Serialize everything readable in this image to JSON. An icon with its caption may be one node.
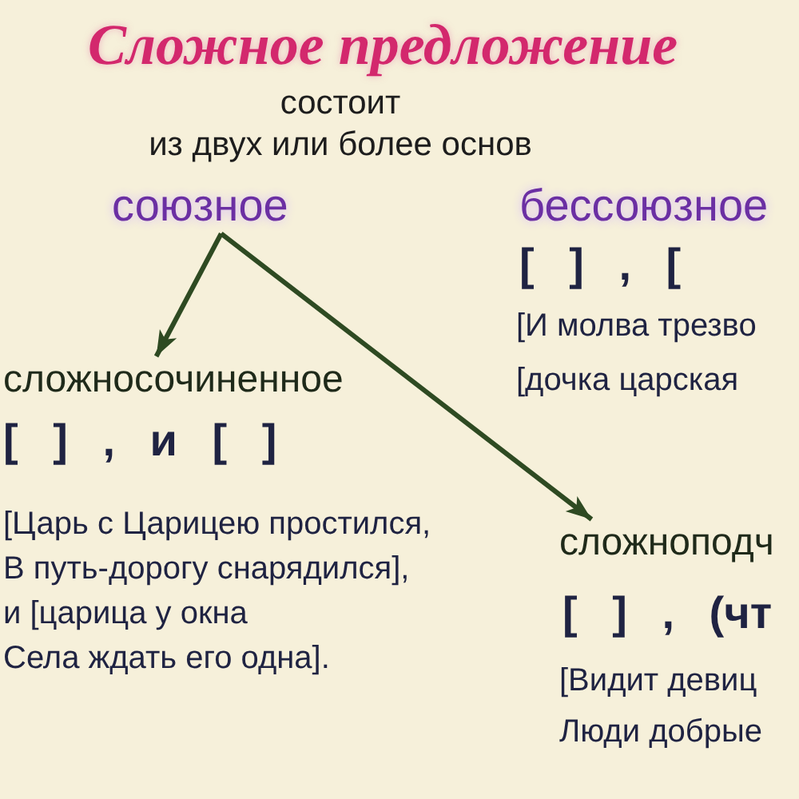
{
  "diagram": {
    "title": "Сложное предложение",
    "nodes": [
      {
        "text": [
          "союзное"
        ]
      },
      {
        "text": [
          "сложносочиненное"
        ],
        "beside": [
          "[ ] , и [ ]",
          "[Царь с Царицею простился, В путь-дорогу снарядился], и [царица у окна Села ждать его одна]."
        ]
      },
      {
        "text": [
          "сложноподч"
        ],
        "beside": [
          "[ ] , (чт",
          "[Видит девиц",
          "Люди добрые"
        ]
      }
    ],
    "edges": [
      {
        "from": 0,
        "to": 1,
        "arrow": "to"
      },
      {
        "from": 0,
        "to": 2,
        "arrow": "to"
      }
    ],
    "labels": [
      "состоит из двух или более основ",
      "бессоюзное",
      "[ ] , [",
      "[И молва трезво",
      "[дочка царская"
    ]
  }
}
